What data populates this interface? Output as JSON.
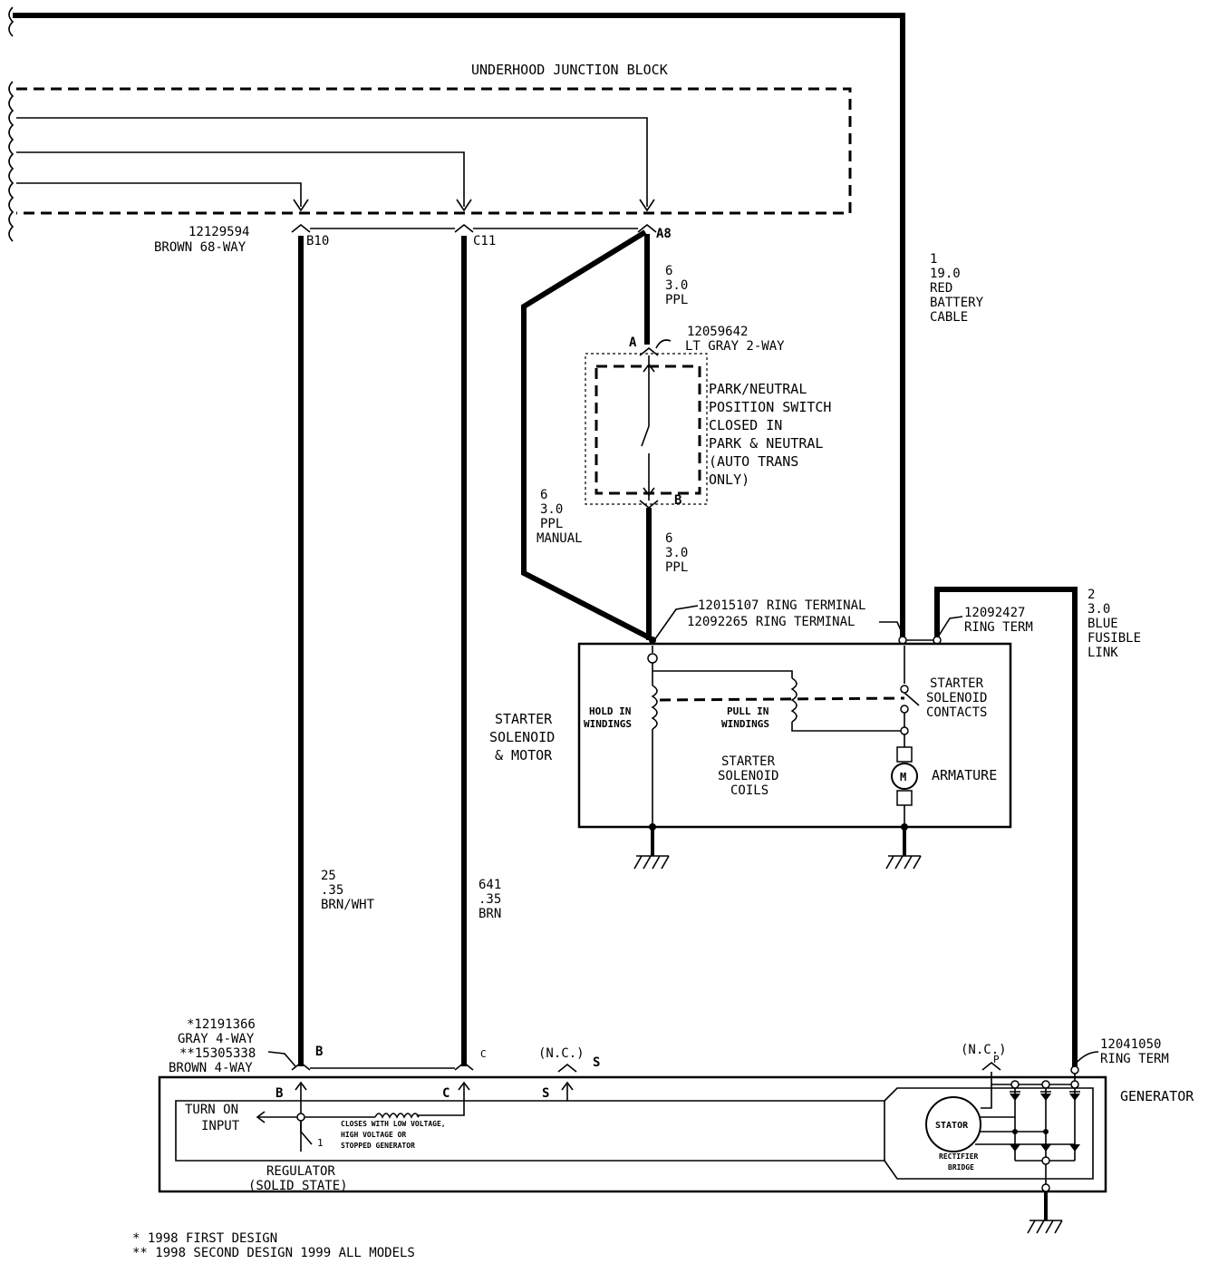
{
  "underhood_block": {
    "title": "UNDERHOOD JUNCTION BLOCK",
    "connector_part": "12129594",
    "connector_desc": "BROWN 68-WAY",
    "pins": {
      "b10": "B10",
      "c11": "C11",
      "a8": "A8"
    }
  },
  "battery_cable": {
    "circuit": "1",
    "gauge": "19.0",
    "color": "RED",
    "name1": "BATTERY",
    "name2": "CABLE"
  },
  "wire_a8_top": {
    "circuit": "6",
    "gauge": "3.0",
    "color": "PPL"
  },
  "wire_manual": {
    "circuit": "6",
    "gauge": "3.0",
    "color": "PPL",
    "note": "MANUAL"
  },
  "wire_switch_bottom": {
    "circuit": "6",
    "gauge": "3.0",
    "color": "PPL"
  },
  "pn_switch": {
    "connector_part": "12059642",
    "connector_desc": "LT GRAY 2-WAY",
    "pin_a": "A",
    "pin_b": "B",
    "lines": [
      "PARK/NEUTRAL",
      "POSITION SWITCH",
      "CLOSED IN",
      "PARK & NEUTRAL",
      "(AUTO TRANS",
      "ONLY)"
    ]
  },
  "ring_terminals": {
    "line1": "12015107 RING TERMINAL",
    "line2": "12092265 RING TERMINAL",
    "gen_term_part": "12092427",
    "gen_term_desc": "RING TERM"
  },
  "fusible_link": {
    "circuit": "2",
    "gauge": "3.0",
    "color": "BLUE",
    "name1": "FUSIBLE",
    "name2": "LINK"
  },
  "starter": {
    "title_lines": [
      "STARTER",
      "SOLENOID",
      "& MOTOR"
    ],
    "hold_in": [
      "HOLD IN",
      "WINDINGS"
    ],
    "pull_in": [
      "PULL IN",
      "WINDINGS"
    ],
    "contacts": [
      "STARTER",
      "SOLENOID",
      "CONTACTS"
    ],
    "coils": [
      "STARTER",
      "SOLENOID",
      "COILS"
    ],
    "armature": "ARMATURE",
    "motor_symbol": "M"
  },
  "wire_25": {
    "circuit": "25",
    "gauge": ".35",
    "color": "BRN/WHT"
  },
  "wire_641": {
    "circuit": "641",
    "gauge": ".35",
    "color": "BRN"
  },
  "generator_connector": {
    "part1": "*12191366",
    "desc1": "GRAY 4-WAY",
    "part2": "**15305338",
    "desc2": "BROWN 4-WAY",
    "pin_b": "B",
    "pin_c": "C",
    "pin_s": "S",
    "nc": "(N.C.)",
    "nc_p": "(N.C.)",
    "pin_p": "P"
  },
  "generator": {
    "title": "GENERATOR",
    "ring_part": "12041050",
    "ring_desc": "RING TERM",
    "turn_on": [
      "TURN ON",
      "INPUT"
    ],
    "closes_note": [
      "CLOSES WITH LOW VOLTAGE,",
      "HIGH VOLTAGE OR",
      "STOPPED GENERATOR"
    ],
    "switch_num": "1",
    "regulator": [
      "REGULATOR",
      "(SOLID STATE)"
    ],
    "stator": "STATOR",
    "rectifier": [
      "RECTIFIER",
      "BRIDGE"
    ]
  },
  "footnotes": [
    "*  1998 FIRST DESIGN",
    "** 1998 SECOND DESIGN 1999 ALL MODELS"
  ]
}
